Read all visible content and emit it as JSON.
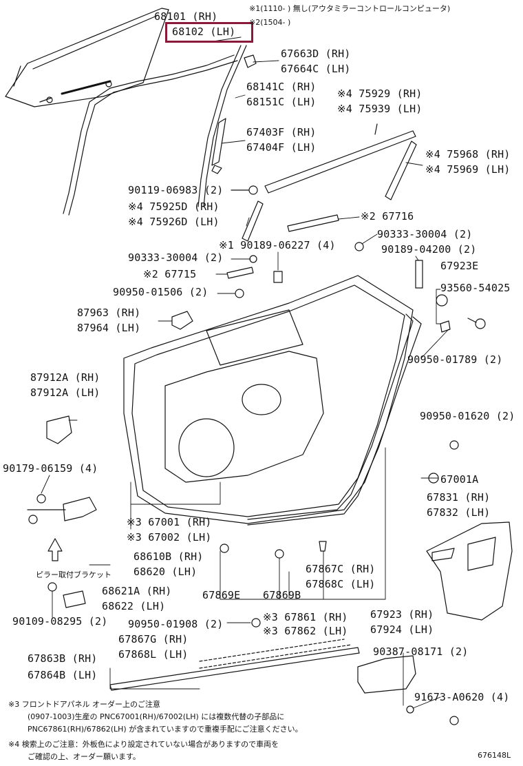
{
  "colors": {
    "highlight": "#8b1a3a",
    "line": "#111111"
  },
  "header_notes": [
    {
      "mark": "※1",
      "text": "(1110-     ) 無し(アウタミラーコントロールコンピュータ)"
    },
    {
      "mark": "※2",
      "text": "(1504-     )"
    }
  ],
  "labels": [
    {
      "id": "68101",
      "text": "68101 (RH)"
    },
    {
      "id": "68102",
      "text": "68102 (LH)"
    },
    {
      "id": "67663D",
      "text": "67663D (RH)"
    },
    {
      "id": "67664C",
      "text": "67664C (LH)"
    },
    {
      "id": "68141C",
      "text": "68141C (RH)"
    },
    {
      "id": "68151C",
      "text": "68151C (LH)"
    },
    {
      "id": "75929",
      "text": "※4 75929 (RH)"
    },
    {
      "id": "75939",
      "text": "※4 75939 (LH)"
    },
    {
      "id": "67403F",
      "text": "67403F (RH)"
    },
    {
      "id": "67404F",
      "text": "67404F (LH)"
    },
    {
      "id": "75968",
      "text": "※4 75968 (RH)"
    },
    {
      "id": "75969",
      "text": "※4 75969 (LH)"
    },
    {
      "id": "90119",
      "text": "90119-06983 (2)"
    },
    {
      "id": "75925D",
      "text": "※4 75925D (RH)"
    },
    {
      "id": "75926D",
      "text": "※4 75926D (LH)"
    },
    {
      "id": "67716",
      "text": "※2 67716"
    },
    {
      "id": "90333b",
      "text": "90333-30004 (2)"
    },
    {
      "id": "90189a",
      "text": "※1 90189-06227 (4)"
    },
    {
      "id": "90333a",
      "text": "90333-30004 (2)"
    },
    {
      "id": "90189b",
      "text": "90189-04200 (2)"
    },
    {
      "id": "67923E",
      "text": "67923E"
    },
    {
      "id": "67715",
      "text": "※2 67715"
    },
    {
      "id": "93560",
      "text": "93560-54025"
    },
    {
      "id": "90950a",
      "text": "90950-01506 (2)"
    },
    {
      "id": "87963",
      "text": "87963 (RH)"
    },
    {
      "id": "87964",
      "text": "87964 (LH)"
    },
    {
      "id": "90950b",
      "text": "90950-01789 (2)"
    },
    {
      "id": "87912a",
      "text": "87912A (RH)"
    },
    {
      "id": "87912b",
      "text": "87912A (LH)"
    },
    {
      "id": "90950c",
      "text": "90950-01620 (2)"
    },
    {
      "id": "90179",
      "text": "90179-06159 (4)"
    },
    {
      "id": "67001A",
      "text": "67001A"
    },
    {
      "id": "67831",
      "text": "67831 (RH)"
    },
    {
      "id": "67832",
      "text": "67832 (LH)"
    },
    {
      "id": "67001",
      "text": "※3 67001 (RH)"
    },
    {
      "id": "67002",
      "text": "※3 67002 (LH)"
    },
    {
      "id": "68610B",
      "text": "68610B (RH)"
    },
    {
      "id": "68620",
      "text": "68620 (LH)"
    },
    {
      "id": "67867C",
      "text": "67867C (RH)"
    },
    {
      "id": "67868C",
      "text": "67868C (LH)"
    },
    {
      "id": "68621A",
      "text": "68621A (RH)"
    },
    {
      "id": "68622",
      "text": "68622 (LH)"
    },
    {
      "id": "67869E",
      "text": "67869E"
    },
    {
      "id": "67869B",
      "text": "67869B"
    },
    {
      "id": "90109",
      "text": "90109-08295 (2)"
    },
    {
      "id": "67923RH",
      "text": "67923 (RH)"
    },
    {
      "id": "67924LH",
      "text": "67924 (LH)"
    },
    {
      "id": "90950d",
      "text": "90950-01908 (2)"
    },
    {
      "id": "67861",
      "text": "※3 67861 (RH)"
    },
    {
      "id": "67862",
      "text": "※3 67862 (LH)"
    },
    {
      "id": "67867G",
      "text": "67867G (RH)"
    },
    {
      "id": "67868L",
      "text": "67868L (LH)"
    },
    {
      "id": "90387",
      "text": "90387-08171 (2)"
    },
    {
      "id": "67863B",
      "text": "67863B (RH)"
    },
    {
      "id": "67864B",
      "text": "67864B (LH)"
    },
    {
      "id": "91673",
      "text": "91673-A0620 (4)"
    }
  ],
  "pillar_bracket_label": "ピラー取付ブラケット",
  "footer_notes": [
    "※3 フロントドアパネル オーダー上のご注意",
    "(0907-1003)生産の PNC67001(RH)/67002(LH) には複数代替の子部品に",
    "PNC67861(RH)/67862(LH) が含まれていますので重複手配にご注意ください。",
    "※4 検索上のご注意：外板色により設定されていない場合がありますので車両を",
    "ご確認の上、オーダー願います。"
  ],
  "diagram_code": "676148L"
}
